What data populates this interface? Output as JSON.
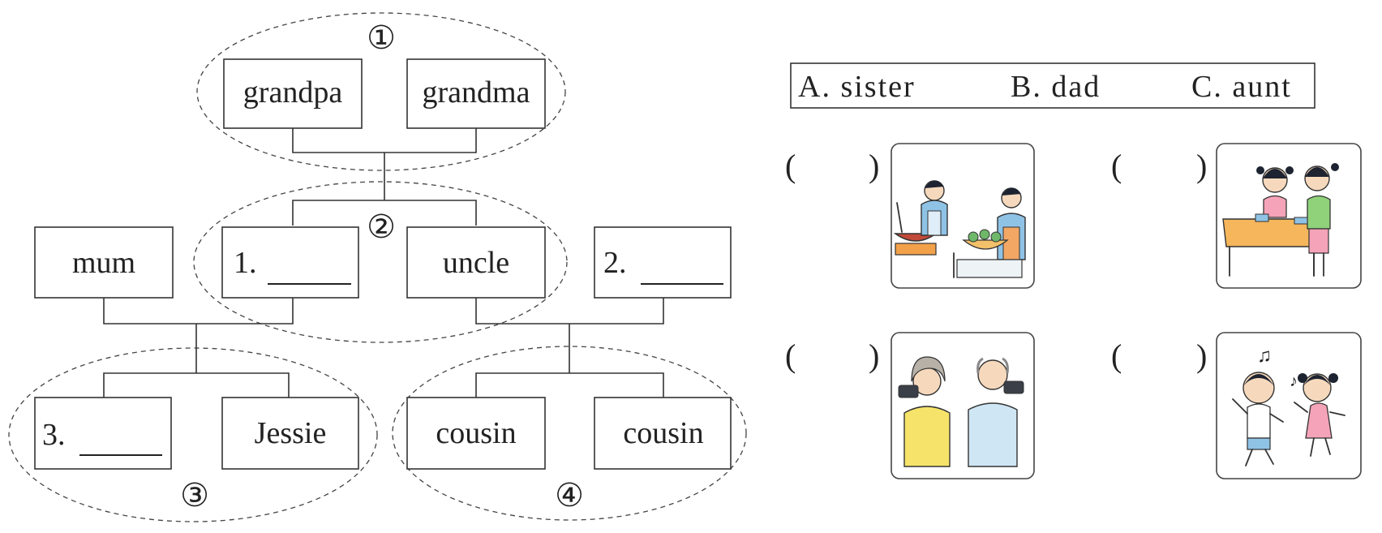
{
  "tree": {
    "groups": [
      "①",
      "②",
      "③",
      "④"
    ],
    "members": {
      "grandpa": "grandpa",
      "grandma": "grandma",
      "mum": "mum",
      "blank1": "1. ",
      "uncle": "uncle",
      "blank2": "2. ",
      "blank3": "3. ",
      "jessie": "Jessie",
      "cousin_a": "cousin",
      "cousin_b": "cousin"
    }
  },
  "options": [
    "A. sister",
    "B. dad",
    "C. aunt"
  ],
  "answers": {
    "open": "(",
    "close": ")"
  },
  "pictures": [
    {
      "scene": "two men cooking"
    },
    {
      "scene": "two girls cleaning table"
    },
    {
      "scene": "grandparents with cameras"
    },
    {
      "scene": "two children singing"
    }
  ],
  "colors": {
    "skin": "#f6d9bd",
    "hair": "#1d2330",
    "blue_shirt": "#8fc3e6",
    "apron_orange": "#f2a765",
    "table": "#f5b65c",
    "pink": "#f4a3b8",
    "green": "#8fd27a",
    "yellow": "#f6e46a",
    "light_blue": "#cfe6f5"
  }
}
